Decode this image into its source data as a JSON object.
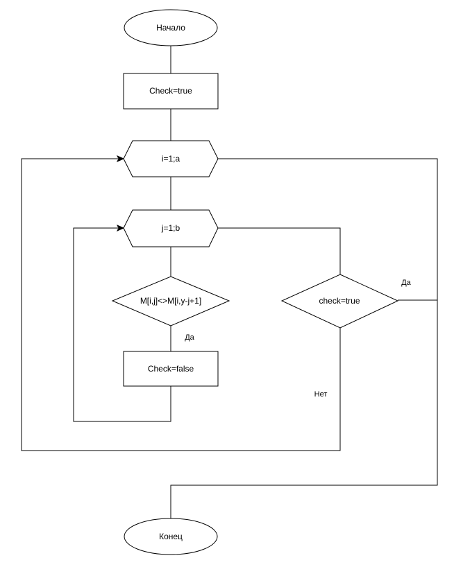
{
  "diagram": {
    "nodes": {
      "start": "Начало",
      "init_check": "Check=true",
      "loop_i": "i=1;a",
      "loop_j": "j=1;b",
      "compare": "M[i,j]<>M[i,y-j+1]",
      "set_false": "Check=false",
      "check_cond": "check=true",
      "end": "Конец"
    },
    "edge_labels": {
      "compare_yes": "Да",
      "check_yes": "Да",
      "check_no": "Нет"
    }
  }
}
